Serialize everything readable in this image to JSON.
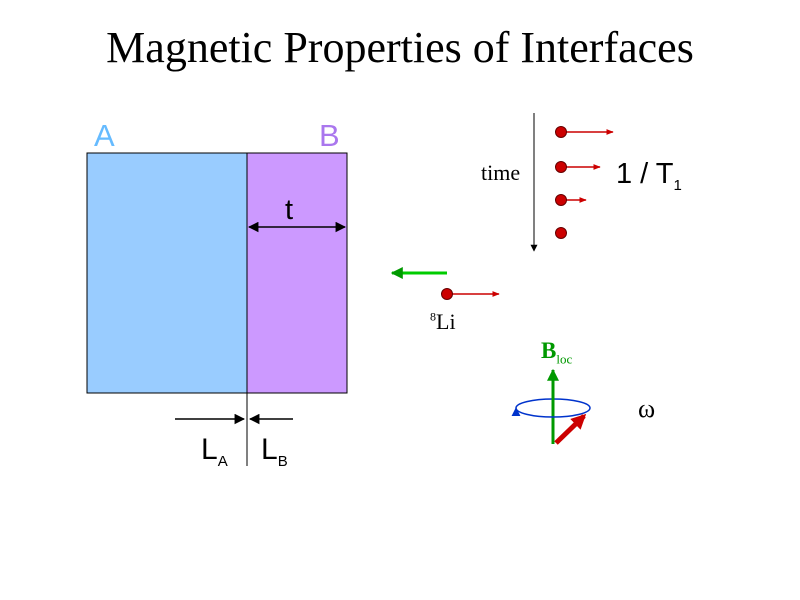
{
  "slide": {
    "title": "Magnetic Properties of Interfaces"
  },
  "diagram": {
    "layer_a": {
      "label": "A",
      "color": "#99ccff"
    },
    "layer_b": {
      "label": "B",
      "color": "#cc99ff"
    },
    "thickness_label": "t",
    "length_a": {
      "main": "L",
      "sub": "A"
    },
    "length_b": {
      "main": "L",
      "sub": "B"
    },
    "probe": {
      "superscript": "8",
      "label": "Li"
    },
    "time_label": "time",
    "relaxation": {
      "main": "1 / T",
      "sub": "1"
    },
    "field": {
      "main": "B",
      "sub": "loc",
      "color": "#009900"
    },
    "frequency_symbol": "ω",
    "colors": {
      "spin": "#cc0000",
      "incoming_arrow": "#00cc00",
      "precession": "#0033cc"
    }
  }
}
